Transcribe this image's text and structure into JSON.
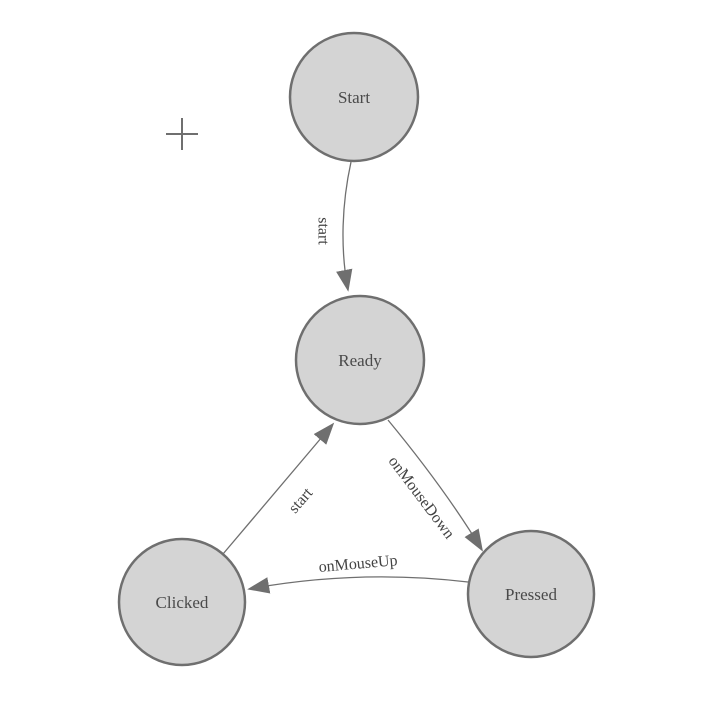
{
  "diagram": {
    "type": "state-machine",
    "colors": {
      "canvas_bg": "#ffffff",
      "node_fill": "#d4d4d4",
      "node_stroke": "#6f6f6f",
      "node_text": "#4a4a4a",
      "edge_stroke": "#6f6f6f",
      "edge_text": "#434343",
      "arrow_fill": "#6f6f6f"
    },
    "nodes": [
      {
        "id": "start",
        "label": "Start"
      },
      {
        "id": "ready",
        "label": "Ready"
      },
      {
        "id": "clicked",
        "label": "Clicked"
      },
      {
        "id": "pressed",
        "label": "Pressed"
      }
    ],
    "edges": [
      {
        "from": "start",
        "to": "ready",
        "label": "start"
      },
      {
        "from": "clicked",
        "to": "ready",
        "label": "start"
      },
      {
        "from": "ready",
        "to": "pressed",
        "label": "onMouseDown"
      },
      {
        "from": "pressed",
        "to": "clicked",
        "label": "onMouseUp"
      }
    ],
    "tools": {
      "plus_glyph": "+"
    }
  }
}
